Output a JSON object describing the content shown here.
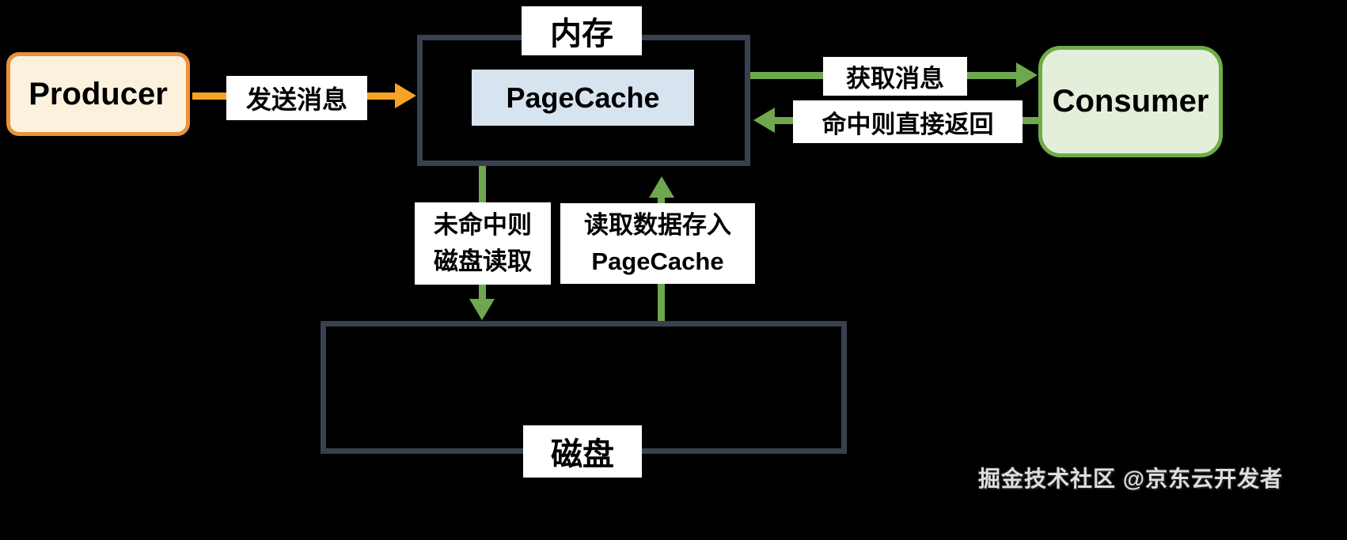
{
  "colors": {
    "background": "#000000",
    "text": "#000000",
    "label_bg": "#FFFFFF",
    "orange_border": "#E8923B",
    "orange_fill": "#FCF1DC",
    "orange_arrow": "#F7A426",
    "green_border": "#6FAD47",
    "green_fill": "#E3EFDA",
    "green_arrow": "#6EA74D",
    "slate_border": "#38414F",
    "pagecache_fill": "#D8E3F0"
  },
  "nodes": {
    "producer": {
      "label": "Producer"
    },
    "memory": {
      "label": "内存"
    },
    "pagecache": {
      "label": "PageCache"
    },
    "consumer": {
      "label": "Consumer"
    },
    "disk": {
      "label": "磁盘"
    }
  },
  "edges": {
    "send": {
      "label": "发送消息",
      "from": "producer",
      "to": "memory",
      "direction": "right"
    },
    "fetch": {
      "label": "获取消息",
      "from": "memory",
      "to": "consumer",
      "direction": "right"
    },
    "hit_return": {
      "label": "命中则直接返回",
      "from": "consumer",
      "to": "memory",
      "direction": "left"
    },
    "miss_read": {
      "line1": "未命中则",
      "line2": "磁盘读取",
      "from": "memory",
      "to": "disk",
      "direction": "down"
    },
    "store": {
      "line1": "读取数据存入",
      "line2": "PageCache",
      "from": "disk",
      "to": "memory",
      "direction": "up"
    }
  },
  "watermark": "掘金技术社区 @京东云开发者"
}
